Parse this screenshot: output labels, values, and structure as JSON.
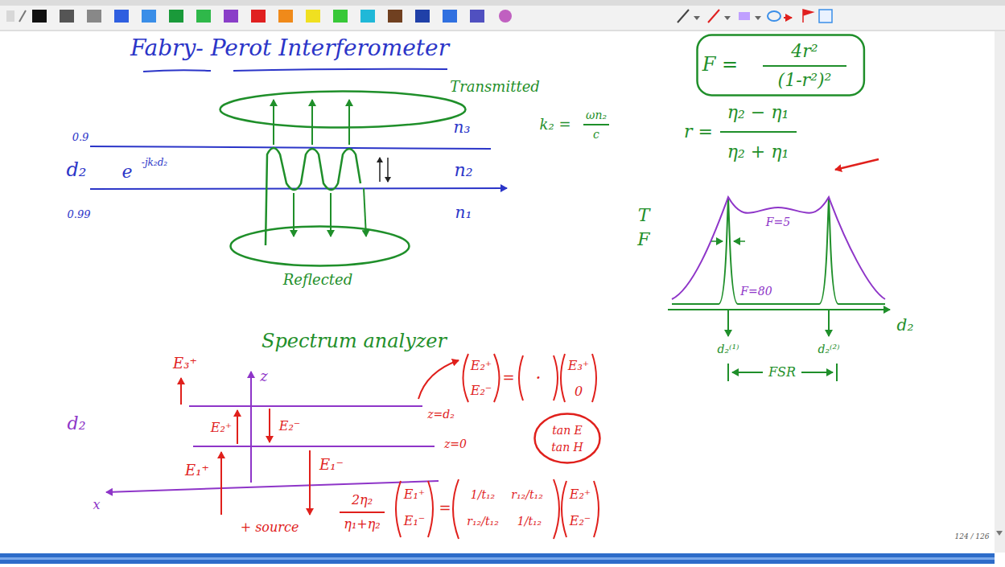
{
  "diagram": {
    "title": "Fabry- Perot Interferometer",
    "nodes": [
      {
        "text": [
          "Transmitted"
        ]
      },
      {
        "text": [
          "Reflected"
        ]
      },
      {
        "text": [
          "F =",
          "4r²",
          "(1-r²)²"
        ]
      },
      {
        "text": [
          "tan E",
          "tan H"
        ]
      }
    ],
    "labels": [
      "0.9",
      "0.99",
      "d₂",
      "e",
      "-jk₂d₂",
      "n₃",
      "n₂",
      "n₁",
      "k₂ =",
      "ωn₂",
      "c",
      "r =",
      "η₂ − η₁",
      "η₂ + η₁",
      "T",
      "F",
      "F=5",
      "F=80",
      "d₂",
      "d₂⁽¹⁾",
      "d₂⁽²⁾",
      "FSR",
      "Spectrum analyzer",
      "E₃⁺",
      "z",
      "d₂",
      "E₂⁺",
      "E₂⁻",
      "E₁⁺",
      "E₁⁻",
      "x",
      "+ source",
      "z=d₂",
      "z=0",
      "2η₂",
      "η₁+η₂",
      "E₂⁺",
      "E₂⁻",
      "=",
      "·",
      "E₃⁺",
      "0",
      "E₁⁺",
      "E₁⁻",
      "=",
      "1/t₁₂",
      "r₁₂/t₁₂",
      "r₁₂/t₁₂",
      "1/t₁₂",
      "E₂⁺",
      "E₂⁻",
      "124 / 126"
    ]
  }
}
